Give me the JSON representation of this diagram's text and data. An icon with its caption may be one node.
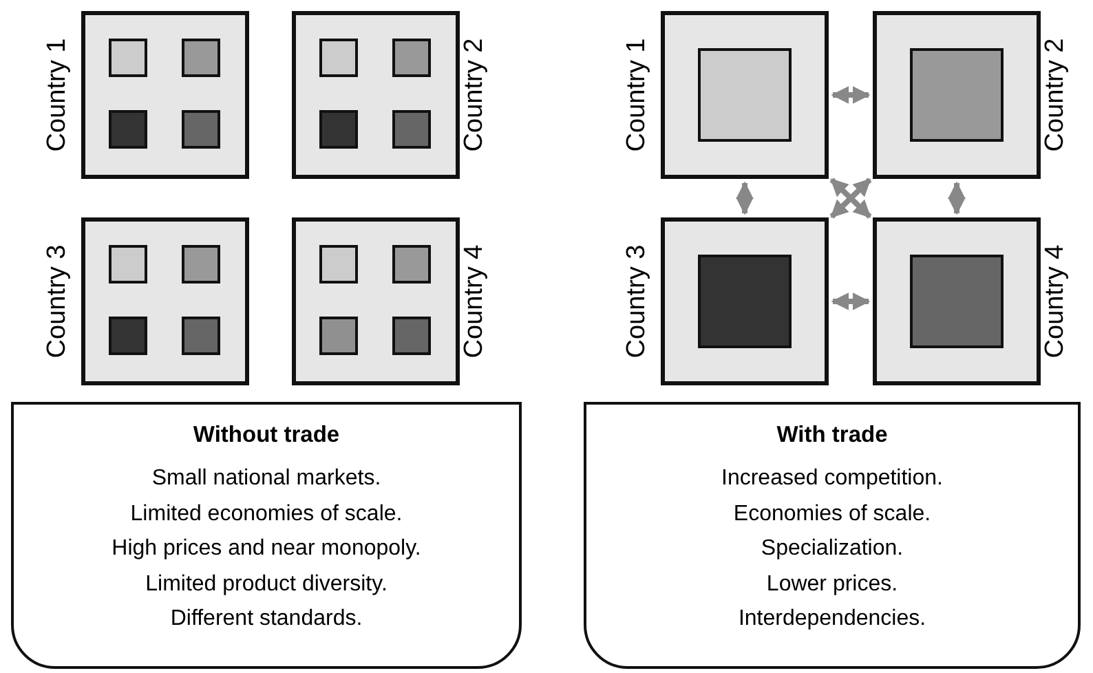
{
  "diagram": {
    "nodes": [
      {
        "text": [
          "Country 1"
        ]
      },
      {
        "text": [
          "Country 2"
        ]
      },
      {
        "text": [
          "Country 3"
        ]
      },
      {
        "text": [
          "Country 4"
        ]
      },
      {
        "text": [
          "Country 1"
        ]
      },
      {
        "text": [
          "Country 2"
        ]
      },
      {
        "text": [
          "Country 3"
        ]
      },
      {
        "text": [
          "Country 4"
        ]
      },
      {
        "text": [
          "Without trade",
          "Small national markets.",
          "Limited economies of scale.",
          "High prices and near monopoly.",
          "Limited product diversity.",
          "Different standards."
        ]
      },
      {
        "text": [
          "With trade",
          "Increased competition.",
          "Economies of scale.",
          "Specialization.",
          "Lower prices.",
          "Interdependencies."
        ]
      }
    ],
    "edges": [
      {
        "from": 4,
        "to": 5,
        "arrow": "both"
      },
      {
        "from": 4,
        "to": 6,
        "arrow": "both"
      },
      {
        "from": 4,
        "to": 7,
        "arrow": "both"
      },
      {
        "from": 5,
        "to": 6,
        "arrow": "both"
      },
      {
        "from": 5,
        "to": 7,
        "arrow": "both"
      },
      {
        "from": 6,
        "to": 7,
        "arrow": "both"
      }
    ]
  }
}
